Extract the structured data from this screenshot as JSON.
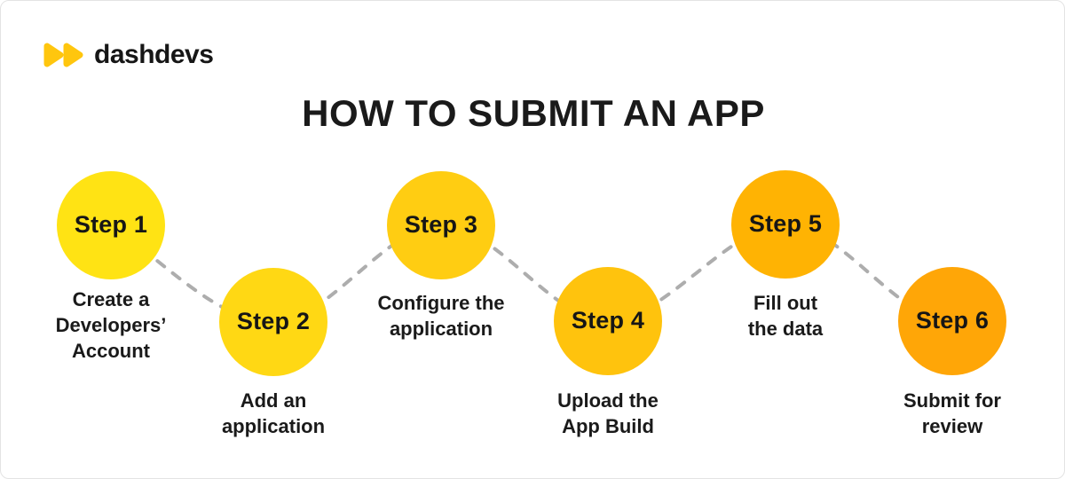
{
  "logo": {
    "text": "dashdevs",
    "icon": "double-play-icon",
    "icon_color": "#FFC60E"
  },
  "title": "HOW TO SUBMIT AN APP",
  "connector": {
    "color": "#ADADAD",
    "style": "dashed"
  },
  "steps": [
    {
      "label": "Step 1",
      "desc": [
        "Create a",
        "Developers’",
        "Account"
      ],
      "circle_color": "#FFE314",
      "row": "top"
    },
    {
      "label": "Step 2",
      "desc": [
        "Add an",
        "application"
      ],
      "circle_color": "#FFD814",
      "row": "bottom"
    },
    {
      "label": "Step 3",
      "desc": [
        "Configure the",
        "application"
      ],
      "circle_color": "#FFCD12",
      "row": "top"
    },
    {
      "label": "Step 4",
      "desc": [
        "Upload the",
        "App Build"
      ],
      "circle_color": "#FFC30D",
      "row": "bottom"
    },
    {
      "label": "Step 5",
      "desc": [
        "Fill out",
        "the data"
      ],
      "circle_color": "#FFB303",
      "row": "top"
    },
    {
      "label": "Step 6",
      "desc": [
        "Submit for",
        "review"
      ],
      "circle_color": "#FFA607",
      "row": "bottom"
    }
  ]
}
